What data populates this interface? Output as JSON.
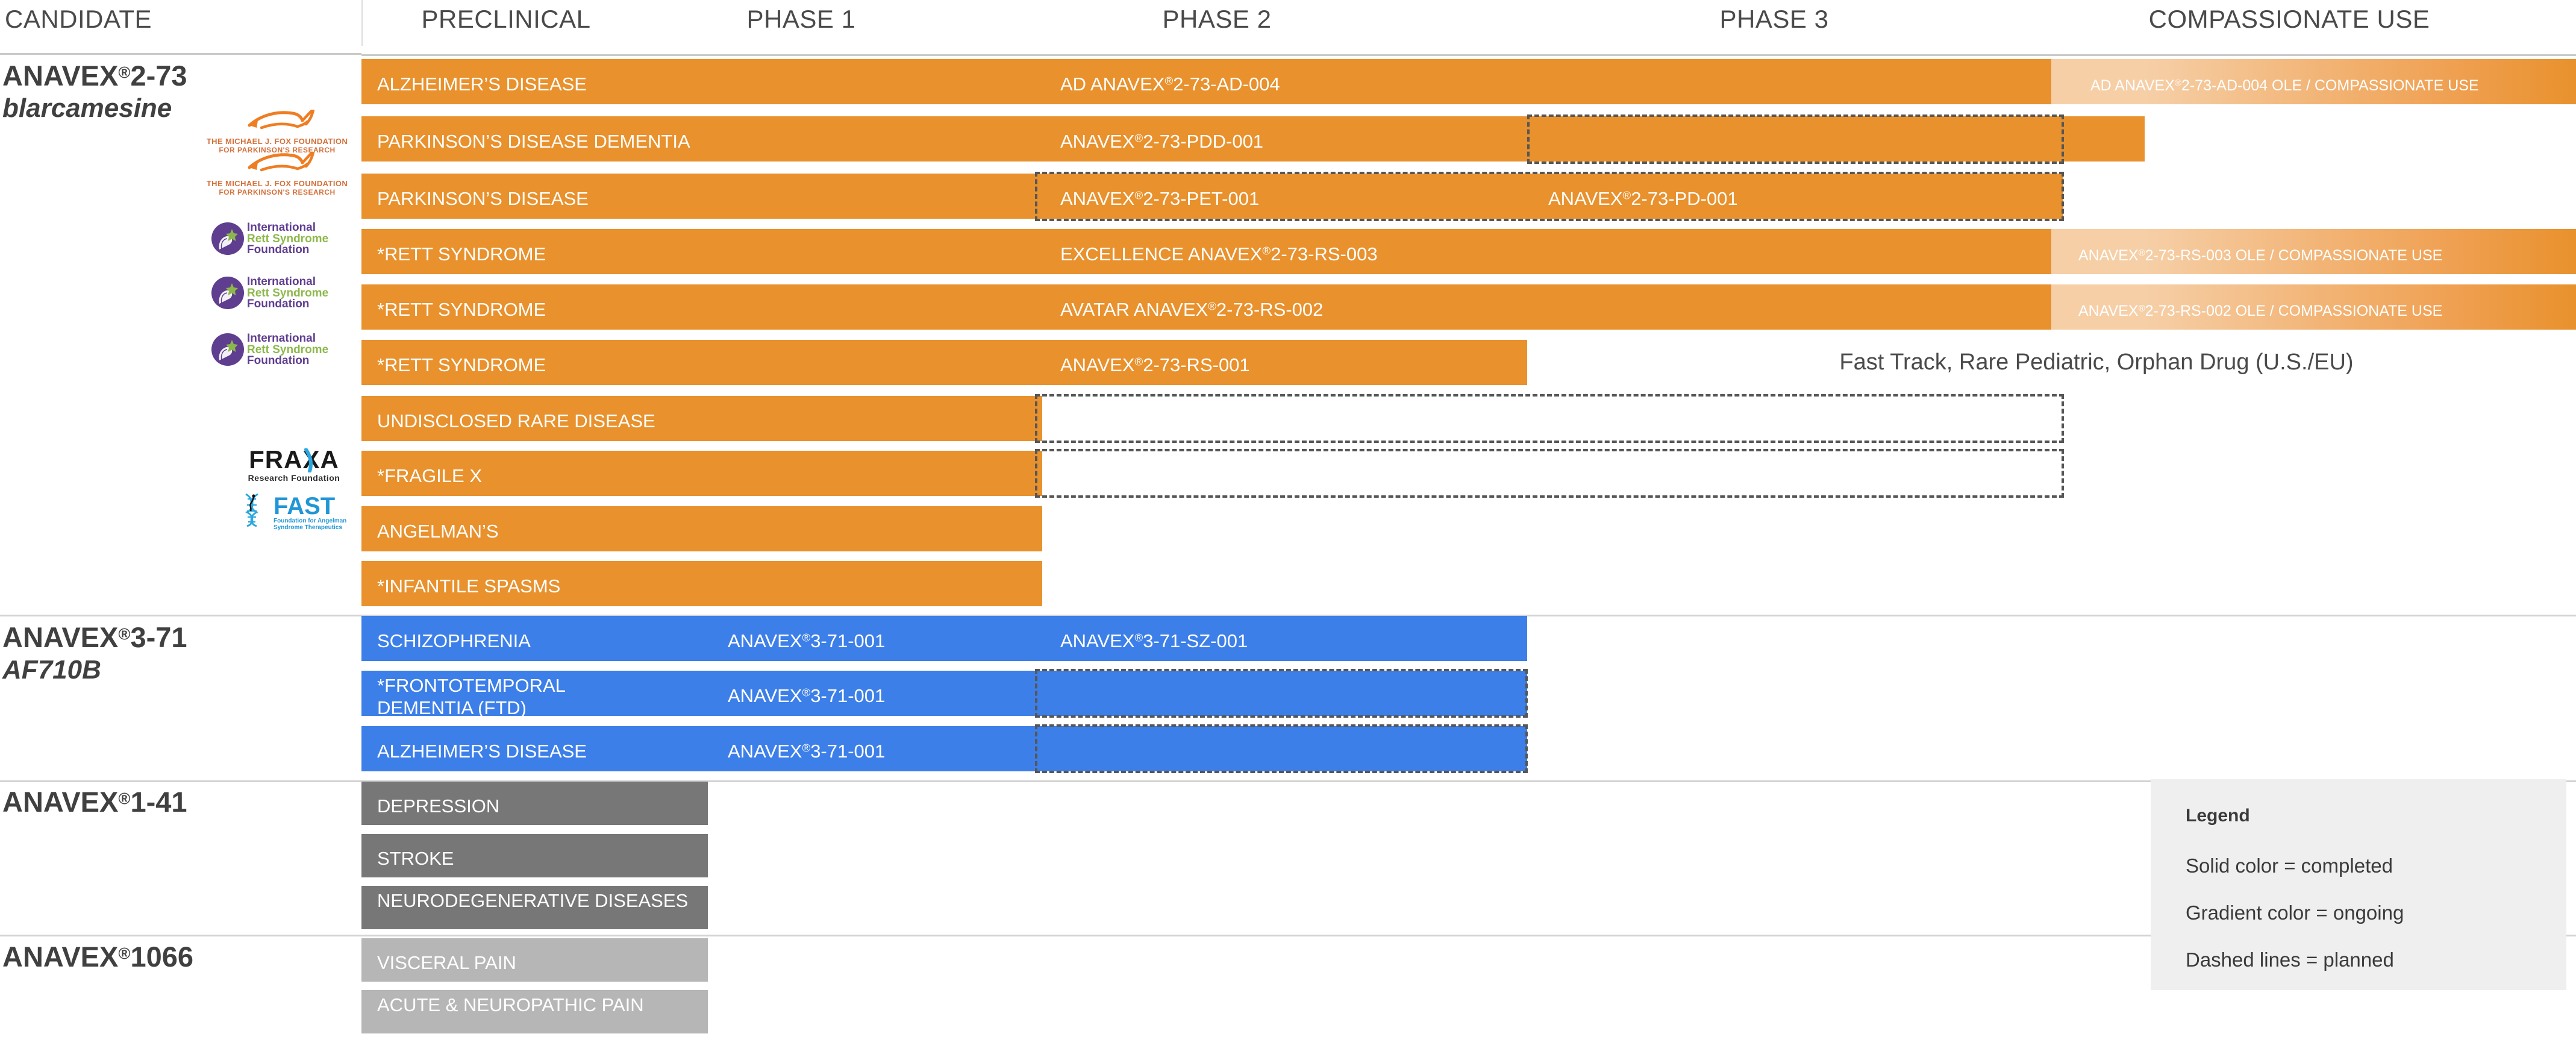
{
  "header": {
    "columns": [
      {
        "key": "candidate",
        "label": "CANDIDATE"
      },
      {
        "key": "preclinical",
        "label": "PRECLINICAL"
      },
      {
        "key": "phase1",
        "label": "PHASE 1"
      },
      {
        "key": "phase2",
        "label": "PHASE 2"
      },
      {
        "key": "phase3",
        "label": "PHASE 3"
      },
      {
        "key": "compassionate",
        "label": "COMPASSIONATE USE"
      }
    ]
  },
  "candidates": [
    {
      "name": "ANAVEX®2-73",
      "sub": "blarcamesine"
    },
    {
      "name": "ANAVEX®3-71",
      "sub": "AF710B"
    },
    {
      "name": "ANAVEX®1-41",
      "sub": ""
    },
    {
      "name": "ANAVEX®1066",
      "sub": ""
    }
  ],
  "programs": {
    "anavex2_73": [
      {
        "indication": "ALZHEIMER’S DISEASE",
        "trial": "AD ANAVEX®2-73-AD-004",
        "compassionate": "AD ANAVEX®2-73-AD-004 OLE / COMPASSIONATE USE"
      },
      {
        "indication": "PARKINSON’S DISEASE DEMENTIA",
        "trial": "ANAVEX®2-73-PDD-001",
        "compassionate": ""
      },
      {
        "indication": "PARKINSON’S DISEASE",
        "trial": "ANAVEX®2-73-PET-001",
        "trial2": "ANAVEX®2-73-PD-001",
        "compassionate": ""
      },
      {
        "indication": "*RETT SYNDROME",
        "trial": "EXCELLENCE ANAVEX®2-73-RS-003",
        "compassionate": "ANAVEX®2-73-RS-003 OLE / COMPASSIONATE USE"
      },
      {
        "indication": "*RETT SYNDROME",
        "trial": "AVATAR ANAVEX®2-73-RS-002",
        "compassionate": "ANAVEX®2-73-RS-002 OLE / COMPASSIONATE USE"
      },
      {
        "indication": "*RETT SYNDROME",
        "trial": "ANAVEX®2-73-RS-001",
        "compassionate": ""
      },
      {
        "indication": "UNDISCLOSED RARE DISEASE",
        "trial": "",
        "compassionate": ""
      },
      {
        "indication": "*FRAGILE X",
        "trial": "",
        "compassionate": ""
      },
      {
        "indication": "ANGELMAN’S",
        "trial": "",
        "compassionate": ""
      },
      {
        "indication": "*INFANTILE SPASMS",
        "trial": "",
        "compassionate": ""
      }
    ],
    "anavex3_71": [
      {
        "indication": "SCHIZOPHRENIA",
        "trial": "ANAVEX®3-71-001",
        "trial2": "ANAVEX®3-71-SZ-001"
      },
      {
        "indication": "*FRONTOTEMPORAL DEMENTIA (FTD)",
        "trial": "ANAVEX®3-71-001",
        "trial2": ""
      },
      {
        "indication": "ALZHEIMER’S DISEASE",
        "trial": "ANAVEX®3-71-001",
        "trial2": ""
      }
    ],
    "anavex1_41": [
      {
        "indication": "DEPRESSION"
      },
      {
        "indication": "STROKE"
      },
      {
        "indication": "NEURODEGENERATIVE  DISEASES"
      }
    ],
    "anavex1066": [
      {
        "indication": "VISCERAL PAIN"
      },
      {
        "indication": "ACUTE & NEUROPATHIC PAIN"
      }
    ]
  },
  "annotations": {
    "designations": "Fast Track, Rare Pediatric, Orphan Drug (U.S./EU)"
  },
  "legend": {
    "title": "Legend",
    "lines": [
      "Solid color = completed",
      "Gradient color = ongoing",
      "Dashed lines = planned"
    ]
  },
  "partner_logos": [
    {
      "name": "michael-j-fox-foundation",
      "line1": "THE MICHAEL J. FOX FOUNDATION",
      "line2": "FOR PARKINSON'S RESEARCH"
    },
    {
      "name": "michael-j-fox-foundation",
      "line1": "THE MICHAEL J. FOX FOUNDATION",
      "line2": "FOR PARKINSON'S RESEARCH"
    },
    {
      "name": "international-rett-syndrome-foundation",
      "line1": "International",
      "line2": "Rett Syndrome",
      "line3": "Foundation"
    },
    {
      "name": "international-rett-syndrome-foundation",
      "line1": "International",
      "line2": "Rett Syndrome",
      "line3": "Foundation"
    },
    {
      "name": "international-rett-syndrome-foundation",
      "line1": "International",
      "line2": "Rett Syndrome",
      "line3": "Foundation"
    },
    {
      "name": "fraxa-research-foundation",
      "line1": "FRAXA",
      "line2": "Research    Foundation"
    },
    {
      "name": "fast-angelman-syndrome-therapeutics",
      "line1": "FAST",
      "line2": "Foundation for Angelman Syndrome Therapeutics"
    }
  ],
  "colors": {
    "orange_solid": "#e8912d",
    "orange_light": "#f6cfa7",
    "blue_solid": "#3d7fe8",
    "blue_light": "#b4cef4",
    "gray_dark": "#777777",
    "gray_light": "#b6b6b6",
    "dash_stroke": "#565656",
    "header_text": "#4a4a4a",
    "legend_bg": "#efefef"
  }
}
